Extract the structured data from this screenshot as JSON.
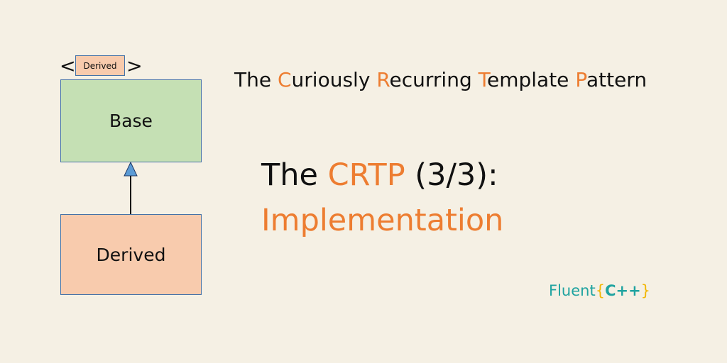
{
  "diagram": {
    "template_open": "<",
    "template_param": "Derived",
    "template_close": ">",
    "base_class": "Base",
    "derived_class": "Derived"
  },
  "pattern_title": {
    "parts": [
      {
        "text": "The ",
        "highlight": false
      },
      {
        "text": "C",
        "highlight": true
      },
      {
        "text": "uriously ",
        "highlight": false
      },
      {
        "text": "R",
        "highlight": true
      },
      {
        "text": "ecurring ",
        "highlight": false
      },
      {
        "text": "T",
        "highlight": true
      },
      {
        "text": "emplate ",
        "highlight": false
      },
      {
        "text": "P",
        "highlight": true
      },
      {
        "text": "attern",
        "highlight": false
      }
    ]
  },
  "main_title": {
    "prefix": "The ",
    "highlight": "CRTP",
    "suffix": " (3/3):",
    "subtitle": "Implementation"
  },
  "logo": {
    "word": "Fluent",
    "brace_open": "{",
    "lang": "C++",
    "brace_close": "}"
  },
  "colors": {
    "accent": "#ed7d31",
    "background": "#f5f0e4",
    "base_fill": "#c5e0b4",
    "derived_fill": "#f8cbad",
    "arrow_fill": "#5b9bd5",
    "logo_teal": "#1fa3a0",
    "logo_brace": "#f2b705"
  }
}
